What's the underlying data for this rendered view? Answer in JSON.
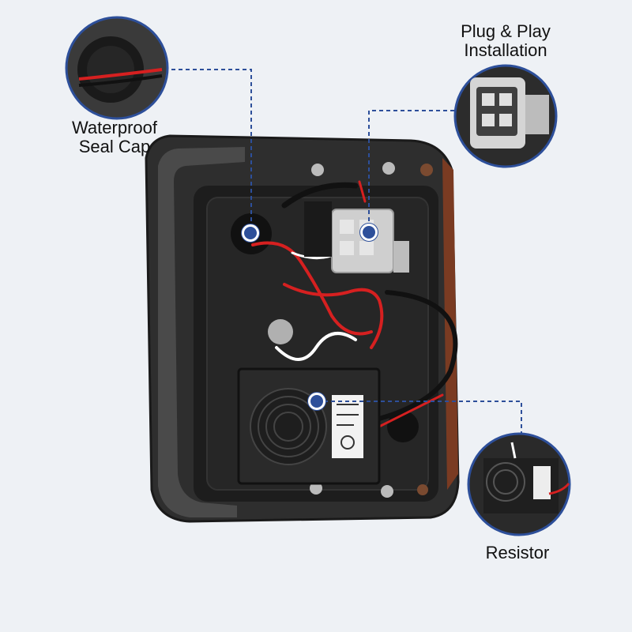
{
  "callouts": {
    "seal_cap": {
      "line1": "Waterproof",
      "line2": "Seal Cap",
      "detail_icon": "seal-cap-closeup"
    },
    "plug_play": {
      "line1": "Plug & Play",
      "line2": "Installation",
      "detail_icon": "connector-closeup"
    },
    "resistor": {
      "line1": "Resistor",
      "detail_icon": "resistor-closeup"
    }
  },
  "colors": {
    "background": "#eef1f5",
    "accent_blue": "#2d4f9a",
    "housing": "#2b2b2b",
    "wire_red": "#d62020",
    "connector_gray": "#cfcfcf"
  }
}
